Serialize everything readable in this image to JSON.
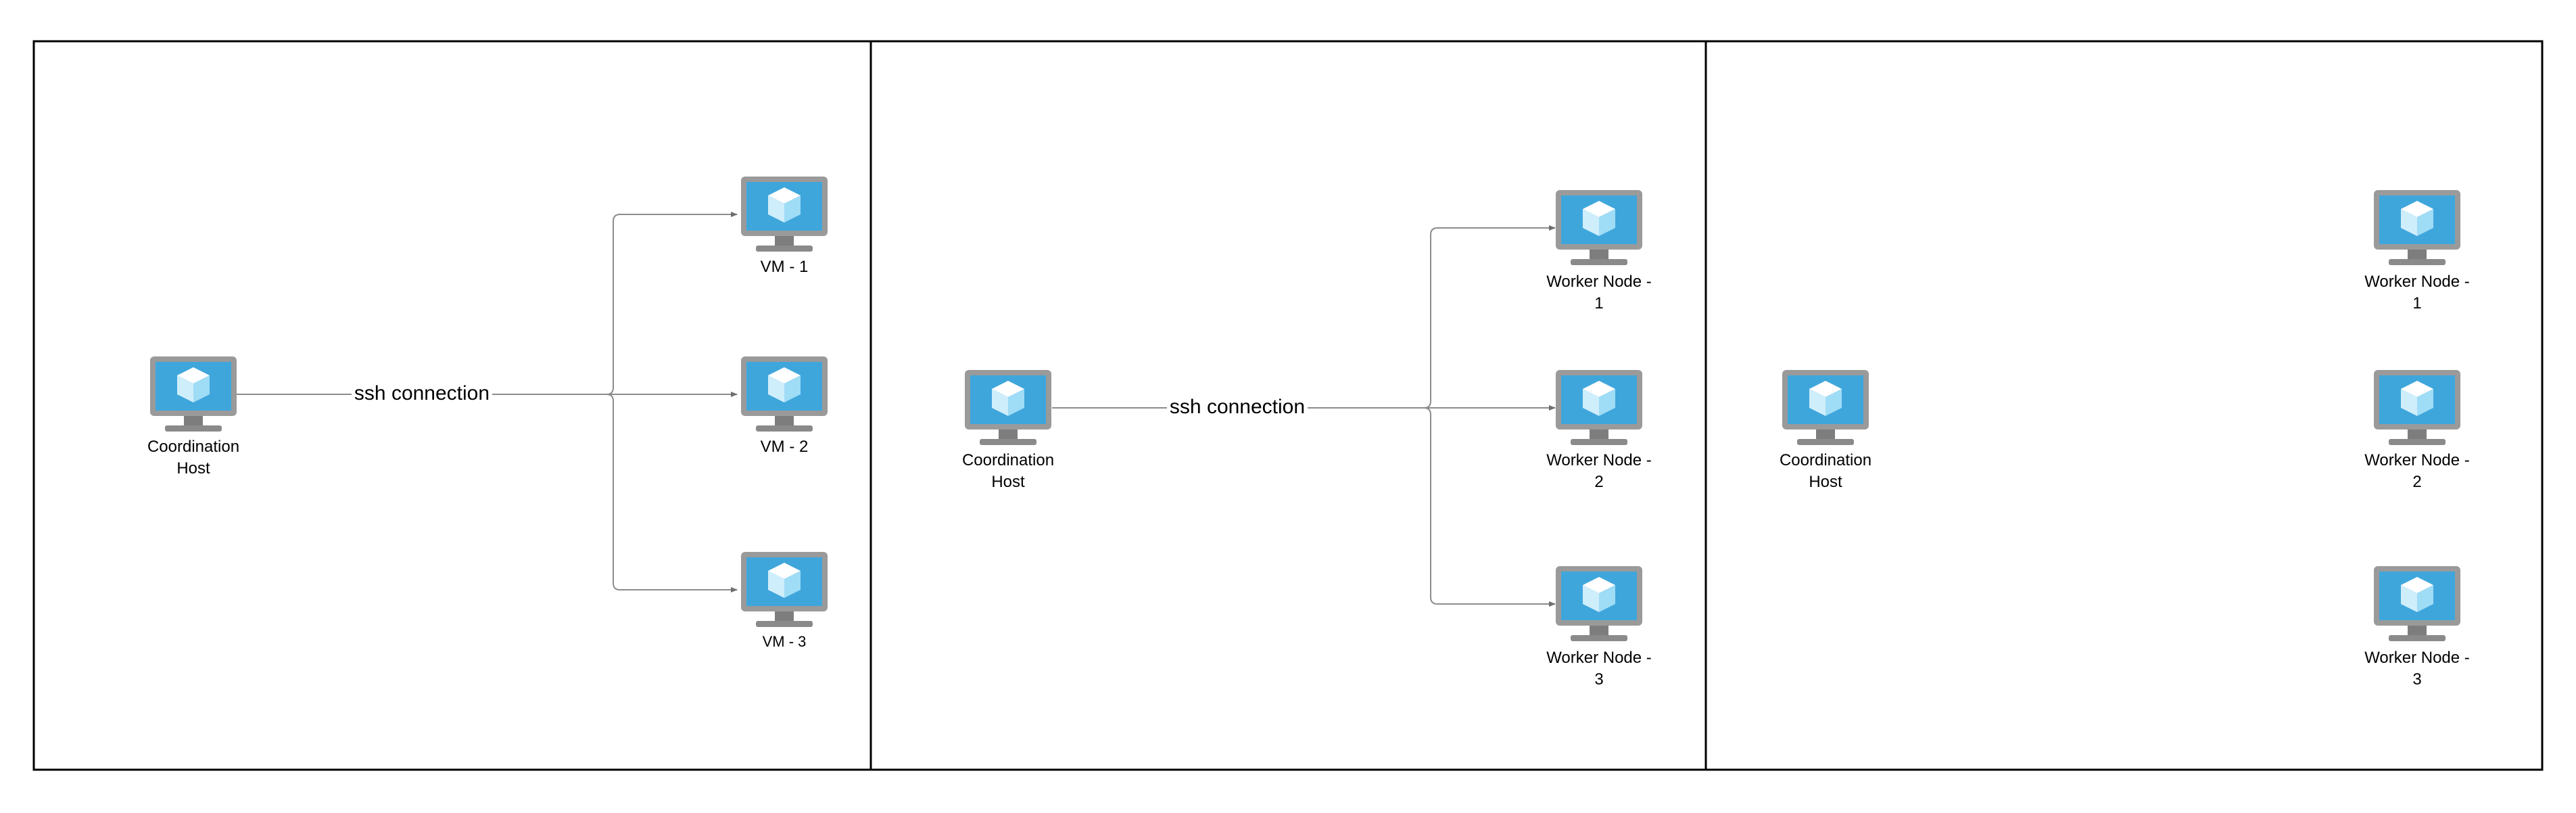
{
  "panels": [
    {
      "coordinator": {
        "label_line1": "Coordination",
        "label_line2": "Host"
      },
      "connection_label": "ssh connection",
      "targets": [
        {
          "label_line1": "VM - 1",
          "label_line2": ""
        },
        {
          "label_line1": "VM - 2",
          "label_line2": ""
        },
        {
          "label_line1": "VM - 3",
          "label_line2": ""
        }
      ]
    },
    {
      "coordinator": {
        "label_line1": "Coordination",
        "label_line2": "Host"
      },
      "connection_label": "ssh connection",
      "targets": [
        {
          "label_line1": "Worker Node -",
          "label_line2": "1"
        },
        {
          "label_line1": "Worker Node -",
          "label_line2": "2"
        },
        {
          "label_line1": "Worker Node -",
          "label_line2": "3"
        }
      ]
    },
    {
      "coordinator": {
        "label_line1": "Coordination",
        "label_line2": "Host"
      },
      "connection_label": "",
      "targets": [
        {
          "label_line1": "Worker Node -",
          "label_line2": "1"
        },
        {
          "label_line1": "Worker Node -",
          "label_line2": "2"
        },
        {
          "label_line1": "Worker Node -",
          "label_line2": "3"
        }
      ]
    }
  ],
  "colors": {
    "border": "#000000",
    "connector": "#8c8c8c",
    "monitor_frame": "#9a9a9a",
    "monitor_stand": "#7d7d7d",
    "screen": "#3fa6dc",
    "cube_top": "#ffffff",
    "cube_left": "#cfeefb",
    "cube_right": "#9fdcf5"
  }
}
